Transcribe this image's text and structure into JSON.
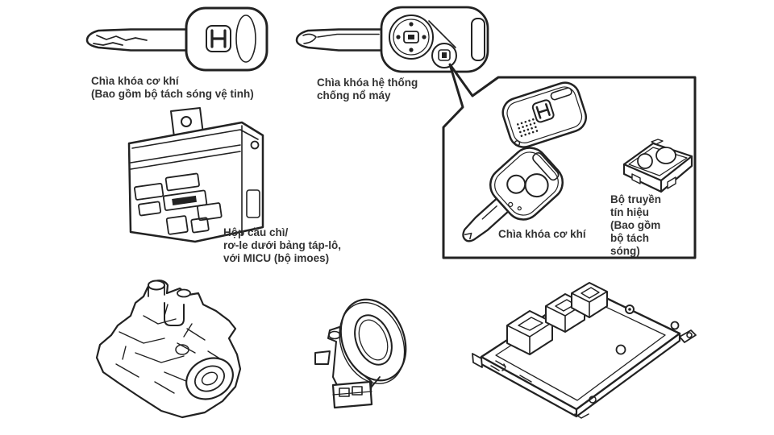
{
  "colors": {
    "background": "#ffffff",
    "line": "#222222",
    "text": "#333333"
  },
  "components": {
    "mechanical_key": {
      "illustration": "mechanical-key",
      "label": [
        "Chìa khóa cơ khí",
        "(Bao gồm bộ tách sóng vệ tinh)"
      ]
    },
    "immobilizer_key": {
      "illustration": "immobilizer-system-key",
      "label": [
        "Chìa khóa hệ thống",
        "chống nổ máy"
      ]
    },
    "fuse_box": {
      "illustration": "under-dash-fuse-relay-box",
      "label": [
        "Hộp cầu chì/",
        "rơ-le dưới bảng táp-lô,",
        "với MICU (bộ imoes)"
      ]
    },
    "callout": {
      "keyfob": {
        "illustration": "remote-keyfob"
      },
      "remote_key": {
        "illustration": "remote-head-key",
        "label": [
          "Chìa khóa cơ khí"
        ]
      },
      "transmitter": {
        "illustration": "signal-transmitter",
        "label": [
          "Bộ truyền",
          "tín hiệu",
          "(Bao gồm",
          "bộ tách",
          "sóng)"
        ]
      }
    },
    "ignition_lock": {
      "illustration": "ignition-lock-assembly"
    },
    "receiver": {
      "illustration": "immobilizer-receiver-unit"
    },
    "ecm": {
      "illustration": "engine-control-module"
    }
  }
}
